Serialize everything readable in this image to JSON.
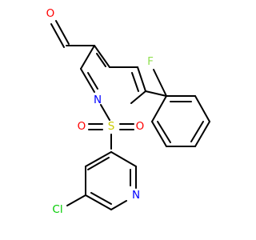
{
  "molecule": {
    "atoms": {
      "aldehyde_O": {
        "symbol": "O",
        "color": "#ff0000"
      },
      "pyrrole_N": {
        "symbol": "N",
        "color": "#0000ff"
      },
      "sulfonyl_S": {
        "symbol": "S",
        "color": "#cccc00"
      },
      "sulfonyl_O_left": {
        "symbol": "O",
        "color": "#ff0000"
      },
      "sulfonyl_O_right": {
        "symbol": "O",
        "color": "#ff0000"
      },
      "pyridine_N": {
        "symbol": "N",
        "color": "#0000ff"
      },
      "chloro": {
        "symbol": "Cl",
        "color": "#00cc00"
      },
      "fluoro": {
        "symbol": "F",
        "color": "#90e050"
      }
    }
  }
}
